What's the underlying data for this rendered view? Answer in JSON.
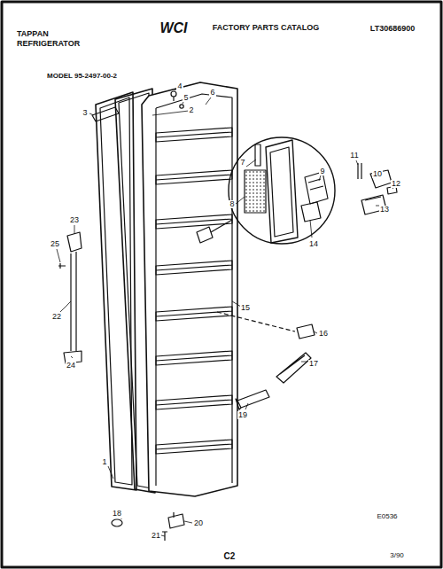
{
  "diagram": {
    "labels": [
      "TAPPAN",
      "REFRIGERATOR",
      "WCI",
      "FACTORY PARTS CATALOG",
      "LT30686900",
      "MODEL 95-2497-00-2",
      "4",
      "5",
      "2",
      "6",
      "3",
      "7",
      "8",
      "9",
      "11",
      "10",
      "12",
      "13",
      "14",
      "15",
      "16",
      "17",
      "19",
      "23",
      "25",
      "22",
      "24",
      "1",
      "18",
      "20",
      "21",
      "E0536",
      "C2",
      "3/90"
    ]
  }
}
